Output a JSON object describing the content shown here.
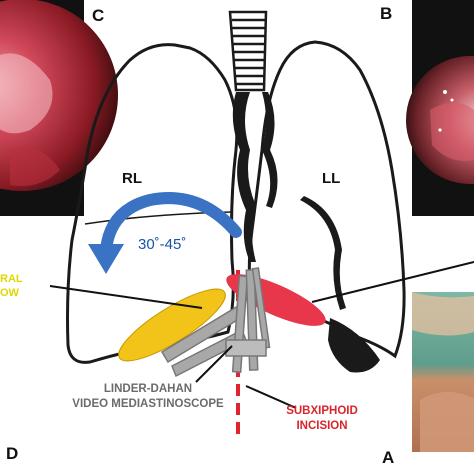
{
  "panels": {
    "c": "C",
    "b": "B",
    "d": "D",
    "a": "A"
  },
  "lobes": {
    "right": "RL",
    "left": "LL"
  },
  "rotation_label": "30˚-45˚",
  "labels": {
    "scope_line1": "LINDER-DAHAN",
    "scope_line2": "VIDEO MEDIASTINOSCOPE",
    "incision_line1": "SUBXIPHOID",
    "incision_line2": "INCISION",
    "window_line1": "RAL",
    "window_line2": "OW"
  },
  "colors": {
    "yellow_window": "#f2c318",
    "red_window": "#e8364a",
    "incision_line": "#e0232e",
    "arrow": "#3b73c4",
    "outline": "#1a1a1a"
  }
}
